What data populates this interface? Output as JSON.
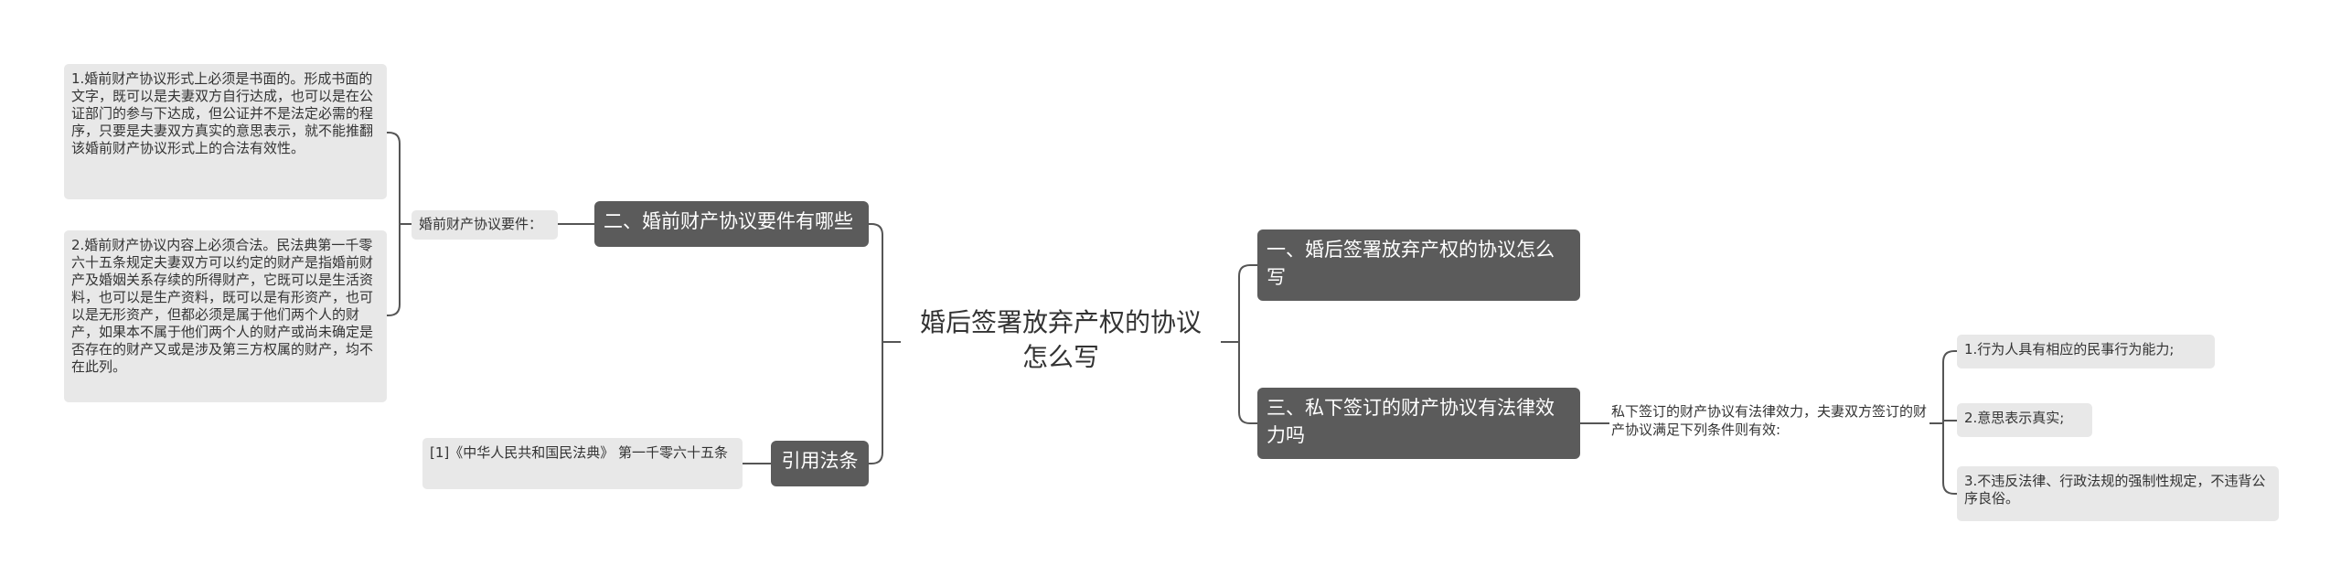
{
  "center": {
    "title": "婚后签署放弃产权的协议怎么写"
  },
  "left": {
    "topic_requirements": {
      "label": "二、婚前财产协议要件有哪些",
      "connector_label": "婚前财产协议要件：",
      "items": [
        "1.婚前财产协议形式上必须是书面的。形成书面的文字，既可以是夫妻双方自行达成，也可以是在公证部门的参与下达成，但公证并不是法定必需的程序，只要是夫妻双方真实的意思表示，就不能推翻该婚前财产协议形式上的合法有效性。",
        "2.婚前财产协议内容上必须合法。民法典第一千零六十五条规定夫妻双方可以约定的财产是指婚前财产及婚姻关系存续的所得财产，它既可以是生活资料，也可以是生产资料，既可以是有形资产，也可以是无形资产，但都必须是属于他们两个人的财产，如果本不属于他们两个人的财产或尚未确定是否存在的财产又或是涉及第三方权属的财产，均不在此列。"
      ]
    },
    "topic_law": {
      "label": "引用法条",
      "items": [
        "[1]《中华人民共和国民法典》 第一千零六十五条"
      ]
    }
  },
  "right": {
    "topic_how": {
      "label": "一、婚后签署放弃产权的协议怎么写"
    },
    "topic_validity": {
      "label": "三、私下签订的财产协议有法律效力吗",
      "connector_label": "私下签订的财产协议有法律效力，夫妻双方签订的财产协议满足下列条件则有效:",
      "items": [
        "1.行为人具有相应的民事行为能力;",
        "2.意思表示真实;",
        "3.不违反法律、行政法规的强制性规定，不违背公序良俗。"
      ]
    }
  },
  "colors": {
    "line": "#555555",
    "topic_bg": "#5b5b5b",
    "sub_bg": "#e8e8e8"
  }
}
